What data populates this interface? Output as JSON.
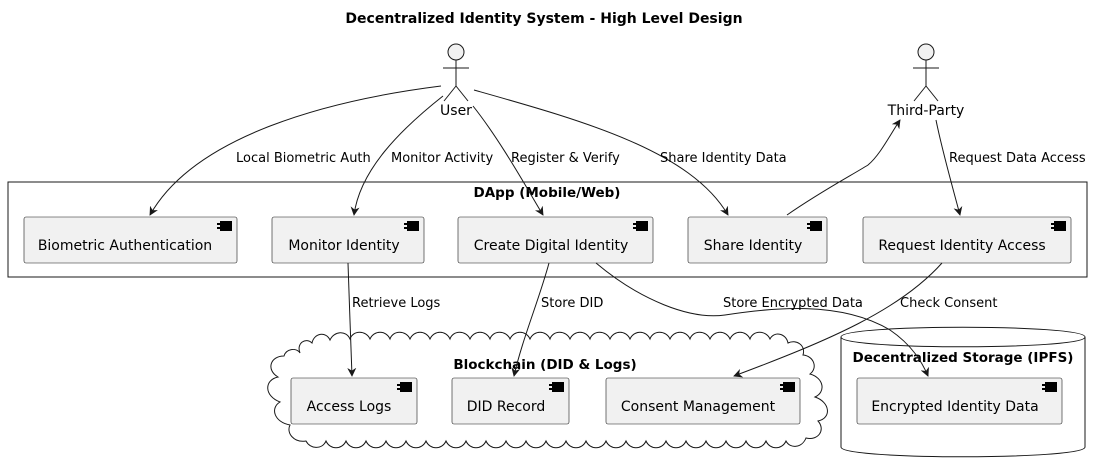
{
  "title": "Decentralized Identity System - High Level Design",
  "actors": {
    "user": "User",
    "third_party": "Third-Party"
  },
  "groups": {
    "dapp": "DApp (Mobile/Web)",
    "blockchain": "Blockchain (DID & Logs)",
    "storage": "Decentralized Storage (IPFS)"
  },
  "components": {
    "biometric_auth": "Biometric Authentication",
    "monitor_identity": "Monitor Identity",
    "create_identity": "Create Digital Identity",
    "share_identity": "Share Identity",
    "request_access": "Request Identity Access",
    "access_logs": "Access Logs",
    "did_record": "DID Record",
    "consent_management": "Consent Management",
    "encrypted_data": "Encrypted Identity Data"
  },
  "edges": {
    "local_biometric_auth": "Local Biometric Auth",
    "monitor_activity": "Monitor Activity",
    "register_verify": "Register & Verify",
    "share_identity_data": "Share Identity Data",
    "request_data_access": "Request Data Access",
    "retrieve_logs": "Retrieve Logs",
    "store_did": "Store DID",
    "store_encrypted_data": "Store Encrypted Data",
    "check_consent": "Check Consent"
  }
}
